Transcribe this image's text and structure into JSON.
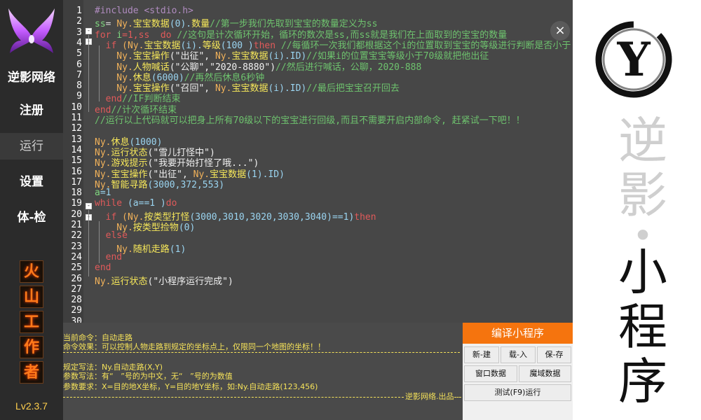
{
  "sidebar": {
    "brand": "逆影网络",
    "nav": [
      {
        "id": "register",
        "label": "注册"
      },
      {
        "id": "run",
        "label": "运行"
      },
      {
        "id": "settings",
        "label": "设置"
      },
      {
        "id": "trial",
        "label": "体-检"
      }
    ],
    "stamp": [
      "火",
      "山",
      "工",
      "作",
      "者"
    ],
    "version": "Lv2.3.7"
  },
  "editor": {
    "close_icon": "×",
    "line_numbers": [
      "1",
      "2",
      "3",
      "4",
      "5",
      "6",
      "7",
      "8",
      "9",
      "10",
      "11",
      "12",
      "13",
      "14",
      "15",
      "16",
      "17",
      "18",
      "19",
      "20",
      "21",
      "22",
      "23",
      "24",
      "25",
      "26",
      "27",
      "28",
      "29",
      "30"
    ],
    "lines": [
      [
        {
          "t": "#include <stdio.h>",
          "c": "c-pre"
        }
      ],
      [
        {
          "t": "ss",
          "c": "c-eq"
        },
        {
          "t": "= ",
          "c": "c-plain"
        },
        {
          "t": "Ny.",
          "c": "c-obj"
        },
        {
          "t": "宝宝数据",
          "c": "c-fn"
        },
        {
          "t": "(0).",
          "c": "c-num"
        },
        {
          "t": "数量",
          "c": "c-fn"
        },
        {
          "t": "//第一步我们先取到宝宝的数量定义为ss",
          "c": "c-cmt"
        }
      ],
      [
        {
          "t": "for ",
          "c": "c-kw"
        },
        {
          "t": "i",
          "c": "c-eq"
        },
        {
          "t": "=1,ss  do ",
          "c": "c-kw"
        },
        {
          "t": "//这句是计次循环开始，循环的数次是ss,而ss就是我们在上面取到的宝宝的数量",
          "c": "c-cmt"
        }
      ],
      [
        {
          "t": "  if ",
          "c": "c-kw"
        },
        {
          "t": "(Ny.",
          "c": "c-obj"
        },
        {
          "t": "宝宝数据",
          "c": "c-fn"
        },
        {
          "t": "(i).",
          "c": "c-num"
        },
        {
          "t": "等级",
          "c": "c-fn"
        },
        {
          "t": "(100 )",
          "c": "c-num"
        },
        {
          "t": "then ",
          "c": "c-kw"
        },
        {
          "t": "//每循环一次我们都根据这个i的位置取到宝宝的等级进行判断是否小于",
          "c": "c-cmt"
        }
      ],
      [
        {
          "t": "    Ny.",
          "c": "c-obj"
        },
        {
          "t": "宝宝操作",
          "c": "c-fn"
        },
        {
          "t": "(\"出征\", ",
          "c": "c-str"
        },
        {
          "t": "Ny.",
          "c": "c-obj"
        },
        {
          "t": "宝宝数据",
          "c": "c-fn"
        },
        {
          "t": "(i).ID)",
          "c": "c-num"
        },
        {
          "t": "//如果i的位置宝宝等级小于70级就把他出征",
          "c": "c-cmt"
        }
      ],
      [
        {
          "t": "    Ny.",
          "c": "c-obj"
        },
        {
          "t": "人物喊话",
          "c": "c-fn"
        },
        {
          "t": "(\"公聊\",\"2020-8880\")",
          "c": "c-str"
        },
        {
          "t": "//然后进行喊话，公聊，2020-888",
          "c": "c-cmt"
        }
      ],
      [
        {
          "t": "    Ny.",
          "c": "c-obj"
        },
        {
          "t": "休息",
          "c": "c-fn"
        },
        {
          "t": "(6000)",
          "c": "c-num"
        },
        {
          "t": "//再然后休息6秒钟",
          "c": "c-cmt"
        }
      ],
      [
        {
          "t": "    Ny.",
          "c": "c-obj"
        },
        {
          "t": "宝宝操作",
          "c": "c-fn"
        },
        {
          "t": "(\"召回\", ",
          "c": "c-str"
        },
        {
          "t": "Ny.",
          "c": "c-obj"
        },
        {
          "t": "宝宝数据",
          "c": "c-fn"
        },
        {
          "t": "(i).ID)",
          "c": "c-num"
        },
        {
          "t": "//最后把宝宝召开回去",
          "c": "c-cmt"
        }
      ],
      [
        {
          "t": "  end",
          "c": "c-kw"
        },
        {
          "t": "//IF判断结束",
          "c": "c-cmt"
        }
      ],
      [
        {
          "t": "end",
          "c": "c-kw"
        },
        {
          "t": "//计次循环结束",
          "c": "c-cmt"
        }
      ],
      [
        {
          "t": "//运行以上代码就可以把身上所有70级以下的宝宝进行回级,而且不需要开启内部命令, 赶紧试一下吧！！",
          "c": "c-cmt"
        }
      ],
      [],
      [
        {
          "t": "Ny.",
          "c": "c-obj"
        },
        {
          "t": "休息",
          "c": "c-fn"
        },
        {
          "t": "(1000)",
          "c": "c-num"
        }
      ],
      [
        {
          "t": "Ny.",
          "c": "c-obj"
        },
        {
          "t": "运行状态",
          "c": "c-fn"
        },
        {
          "t": "(\"雪儿打怪中\")",
          "c": "c-str"
        }
      ],
      [
        {
          "t": "Ny.",
          "c": "c-obj"
        },
        {
          "t": "游戏提示",
          "c": "c-fn"
        },
        {
          "t": "(\"我要开始打怪了哦...\")",
          "c": "c-str"
        }
      ],
      [
        {
          "t": "Ny.",
          "c": "c-obj"
        },
        {
          "t": "宝宝操作",
          "c": "c-fn"
        },
        {
          "t": "(\"出征\", ",
          "c": "c-str"
        },
        {
          "t": "Ny.",
          "c": "c-obj"
        },
        {
          "t": "宝宝数据",
          "c": "c-fn"
        },
        {
          "t": "(1).ID)",
          "c": "c-num"
        }
      ],
      [
        {
          "t": "Ny.",
          "c": "c-obj"
        },
        {
          "t": "智能寻路",
          "c": "c-fn"
        },
        {
          "t": "(3000,372,553)",
          "c": "c-num"
        }
      ],
      [
        {
          "t": "a",
          "c": "c-eq"
        },
        {
          "t": "=1",
          "c": "c-num"
        }
      ],
      [
        {
          "t": "while ",
          "c": "c-kw"
        },
        {
          "t": "(a==1 )",
          "c": "c-num"
        },
        {
          "t": "do",
          "c": "c-kw"
        }
      ],
      [
        {
          "t": "  if ",
          "c": "c-kw"
        },
        {
          "t": "(Ny.",
          "c": "c-obj"
        },
        {
          "t": "按类型打怪",
          "c": "c-fn"
        },
        {
          "t": "(3000,3010,3020,3030,3040)==1)",
          "c": "c-num"
        },
        {
          "t": "then",
          "c": "c-kw"
        }
      ],
      [
        {
          "t": "    Ny.",
          "c": "c-obj"
        },
        {
          "t": "按类型捡物",
          "c": "c-fn"
        },
        {
          "t": "(0)",
          "c": "c-num"
        }
      ],
      [
        {
          "t": "  else",
          "c": "c-kw"
        }
      ],
      [
        {
          "t": "    Ny.",
          "c": "c-obj"
        },
        {
          "t": "随机走路",
          "c": "c-fn"
        },
        {
          "t": "(1)",
          "c": "c-num"
        }
      ],
      [
        {
          "t": "  end",
          "c": "c-kw"
        }
      ],
      [
        {
          "t": "end",
          "c": "c-kw"
        }
      ],
      [
        {
          "t": "Ny.",
          "c": "c-obj"
        },
        {
          "t": "运行状态",
          "c": "c-fn"
        },
        {
          "t": "(\"小程序运行完成\")",
          "c": "c-str"
        }
      ],
      [],
      [],
      [],
      []
    ]
  },
  "info": {
    "current_cmd": "当前命令：自动走路",
    "cmd_effect": "命令效果：可以控制人物走路到规定的坐标点上，仅限同一个地图的坐标！！",
    "syntax": "规定写法：Ny.自动走路(X,Y)",
    "param_syntax": "参数写法：有“   ”号的为中文，无“   ”号的为数值",
    "param_req": "参数要求：X=目的地X坐标，Y=目的地Y坐标，如:Ny.自动走路(123,456)",
    "footer": "逆影网络.出品"
  },
  "controls": {
    "compile": "编译小程序",
    "new": "新-建",
    "load": "载-入",
    "save": "保-存",
    "window_data": "窗口数据",
    "domain_data": "魔域数据",
    "test_run": "测试(F9)运行",
    "accent": "#f5740e"
  },
  "brand_right": {
    "badge_letter": "Y",
    "title_chars": [
      "逆",
      "影",
      "•",
      "小",
      "程",
      "序"
    ]
  }
}
